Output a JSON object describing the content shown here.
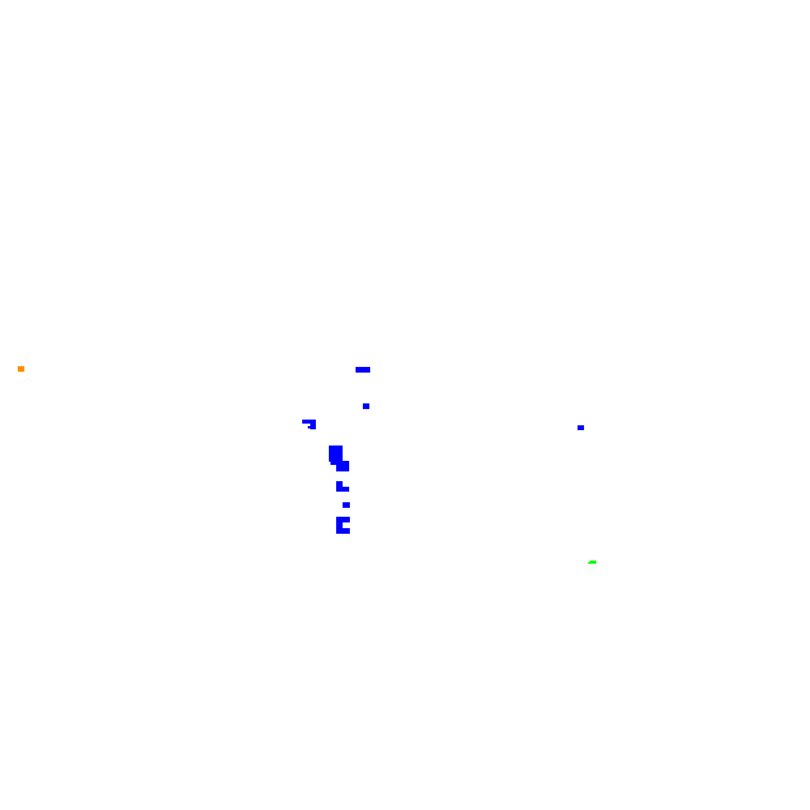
{
  "game": {
    "colors": {
      "background": "#ffffff",
      "obstacle": "#0000ff",
      "player": "#ff8c00",
      "goal": "#00ff00"
    },
    "entities": {
      "player": "player-marker",
      "goal": "goal-marker",
      "obstacle_count": 21
    }
  }
}
